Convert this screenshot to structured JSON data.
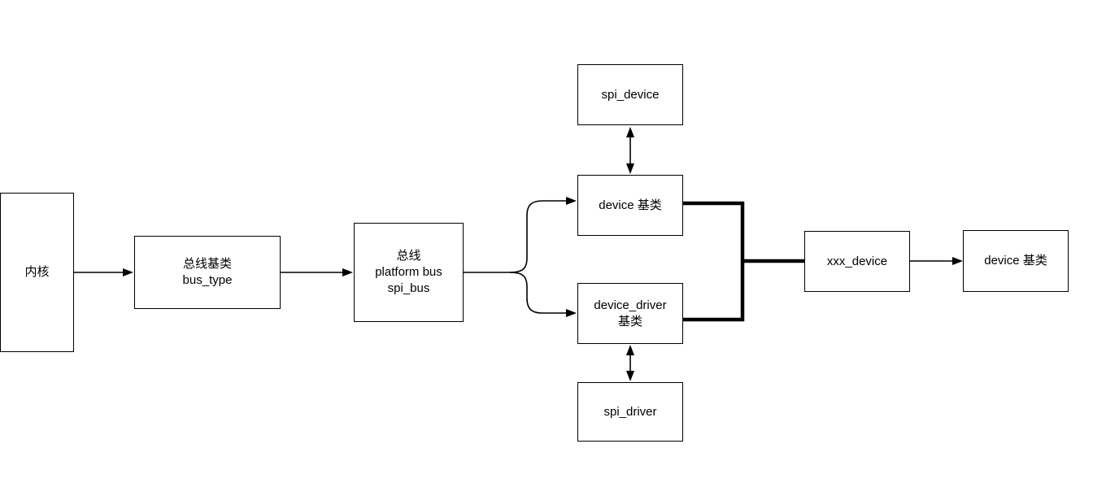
{
  "canvas": {
    "background_color": "#ffffff",
    "stroke_color": "#000000",
    "text_color": "#000000"
  },
  "diagram": {
    "nodes": {
      "kernel": {
        "lines": [
          "内核"
        ]
      },
      "bus_base": {
        "lines": [
          "总线基类",
          "bus_type"
        ]
      },
      "bus": {
        "lines": [
          "总线",
          "platform bus",
          "spi_bus"
        ]
      },
      "spi_device": {
        "lines": [
          "spi_device"
        ]
      },
      "device_base": {
        "lines": [
          "device 基类"
        ]
      },
      "device_driver_base": {
        "lines": [
          "device_driver",
          "基类"
        ]
      },
      "spi_driver": {
        "lines": [
          "spi_driver"
        ]
      },
      "xxx_device": {
        "lines": [
          "xxx_device"
        ]
      },
      "device_base_right": {
        "lines": [
          "device 基类"
        ]
      }
    },
    "edges": [
      {
        "from": "kernel",
        "to": "bus_base",
        "style": "arrow"
      },
      {
        "from": "bus_base",
        "to": "bus",
        "style": "arrow"
      },
      {
        "from": "bus",
        "to": "device_base",
        "style": "arrow-branch"
      },
      {
        "from": "bus",
        "to": "device_driver_base",
        "style": "arrow-branch"
      },
      {
        "from": "spi_device",
        "to": "device_base",
        "style": "double-arrow"
      },
      {
        "from": "device_driver_base",
        "to": "spi_driver",
        "style": "double-arrow"
      },
      {
        "from": "device_base",
        "to": "xxx_device",
        "style": "thick-line"
      },
      {
        "from": "device_driver_base",
        "to": "xxx_device",
        "style": "thick-line"
      },
      {
        "from": "xxx_device",
        "to": "device_base_right",
        "style": "arrow"
      }
    ]
  }
}
